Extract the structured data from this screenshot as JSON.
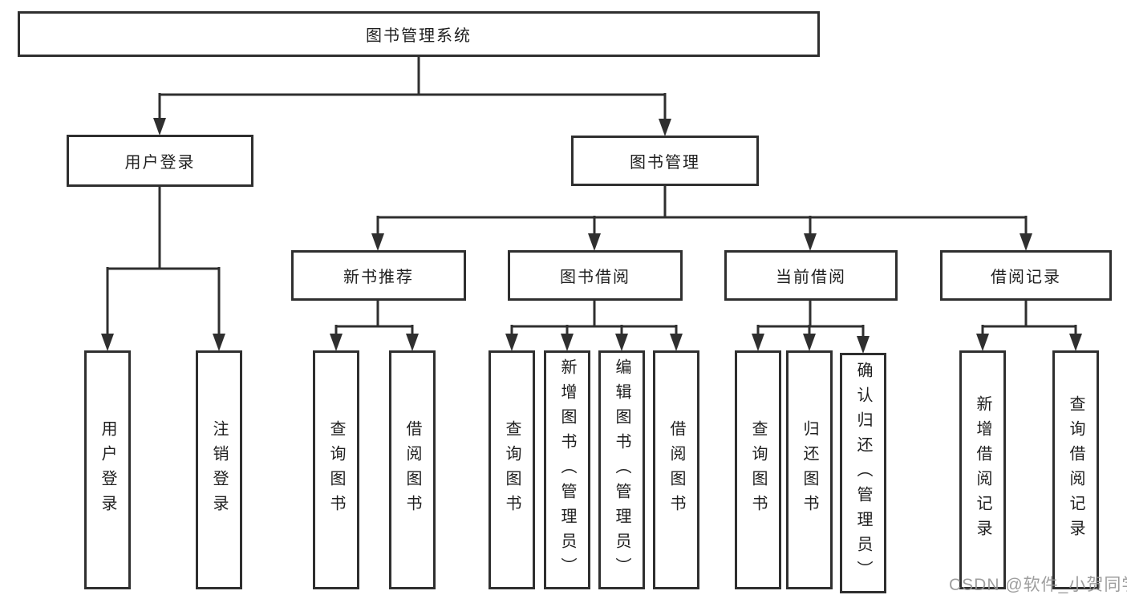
{
  "diagram": {
    "root": {
      "label": "图书管理系统"
    },
    "user_login": {
      "label": "用户登录",
      "children": {
        "login": {
          "label": "用户登录"
        },
        "logout": {
          "label": "注销登录"
        }
      }
    },
    "book_mgmt": {
      "label": "图书管理",
      "children": {
        "new_book_rec": {
          "label": "新书推荐",
          "children": {
            "query": {
              "label": "查询图书"
            },
            "borrow": {
              "label": "借阅图书"
            }
          }
        },
        "book_borrow": {
          "label": "图书借阅",
          "children": {
            "query": {
              "label": "查询图书"
            },
            "add": {
              "label": "新增图书（管理员）"
            },
            "edit": {
              "label": "编辑图书（管理员）"
            },
            "borrow": {
              "label": "借阅图书"
            }
          }
        },
        "current_borrow": {
          "label": "当前借阅",
          "children": {
            "query": {
              "label": "查询图书"
            },
            "return": {
              "label": "归还图书"
            },
            "confirm_return": {
              "label": "确认归还（管理员）"
            }
          }
        },
        "borrow_record": {
          "label": "借阅记录",
          "children": {
            "add": {
              "label": "新增借阅记录"
            },
            "query": {
              "label": "查询借阅记录"
            }
          }
        }
      }
    }
  },
  "watermark": {
    "text": "CSDN @软件_小贺同学"
  },
  "colors": {
    "line": "#2f2f2f",
    "box_border": "#2f2f2f",
    "text": "#1f1f1f",
    "watermark": "#969696",
    "background": "#ffffff"
  }
}
